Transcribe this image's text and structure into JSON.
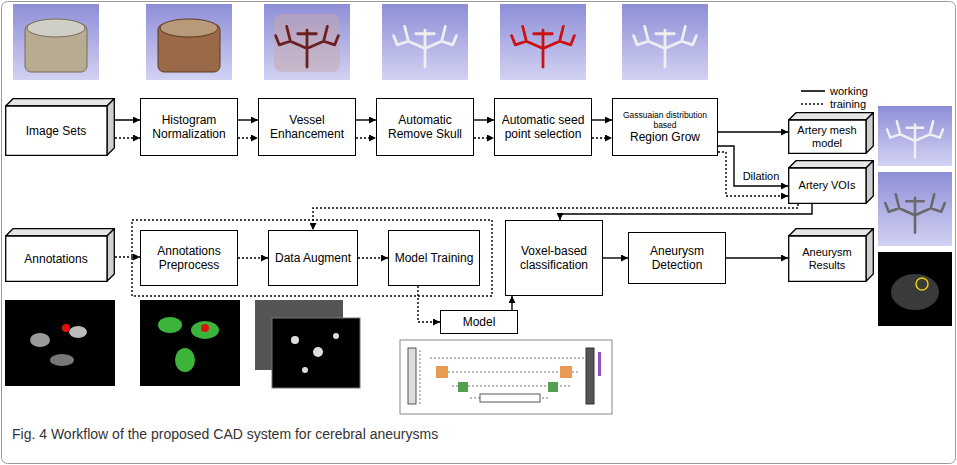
{
  "diagram": {
    "caption": "Fig. 4 Workflow of the proposed CAD system for cerebral aneurysms",
    "nodes": [
      {
        "text": [
          "Image Sets"
        ]
      },
      {
        "text": [
          "Histogram Normalization"
        ]
      },
      {
        "text": [
          "Vessel Enhancement"
        ]
      },
      {
        "text": [
          "Automatic Remove Skull"
        ]
      },
      {
        "text": [
          "Automatic seed point selection"
        ]
      },
      {
        "text": [
          "Gassuaian distribution based",
          "Region Grow"
        ]
      },
      {
        "text": [
          "Artery mesh model"
        ]
      },
      {
        "text": [
          "Artery VOIs"
        ]
      },
      {
        "text": [
          "Annotations"
        ]
      },
      {
        "text": [
          "Annotations Preprocess"
        ]
      },
      {
        "text": [
          "Data Augment"
        ]
      },
      {
        "text": [
          "Model Training"
        ]
      },
      {
        "text": [
          "Voxel-based classification"
        ]
      },
      {
        "text": [
          "Aneurysm Detection"
        ]
      },
      {
        "text": [
          "Aneurysm Results"
        ]
      },
      {
        "text": [
          "Model"
        ]
      }
    ],
    "edges": [
      {
        "from": 0,
        "to": 1,
        "arrow": "to"
      },
      {
        "from": 0,
        "to": 1,
        "arrow": "to"
      },
      {
        "from": 1,
        "to": 2,
        "arrow": "to"
      },
      {
        "from": 1,
        "to": 2,
        "arrow": "to"
      },
      {
        "from": 2,
        "to": 3,
        "arrow": "to"
      },
      {
        "from": 2,
        "to": 3,
        "arrow": "to"
      },
      {
        "from": 3,
        "to": 4,
        "arrow": "to"
      },
      {
        "from": 3,
        "to": 4,
        "arrow": "to"
      },
      {
        "from": 4,
        "to": 5,
        "arrow": "to"
      },
      {
        "from": 4,
        "to": 5,
        "arrow": "to"
      },
      {
        "from": 5,
        "to": 6,
        "arrow": "to"
      },
      {
        "from": 5,
        "to": 7,
        "label": "Dilation",
        "arrow": "to"
      },
      {
        "from": 5,
        "to": 7,
        "arrow": "to"
      },
      {
        "from": 7,
        "to": 12,
        "arrow": "to"
      },
      {
        "from": 7,
        "to": 10,
        "arrow": "to"
      },
      {
        "from": 8,
        "to": 9,
        "arrow": "to"
      },
      {
        "from": 9,
        "to": 10,
        "arrow": "to"
      },
      {
        "from": 10,
        "to": 11,
        "arrow": "to"
      },
      {
        "from": 11,
        "to": 15,
        "arrow": "to"
      },
      {
        "from": 15,
        "to": 12,
        "arrow": "to"
      },
      {
        "from": 12,
        "to": 13,
        "arrow": "to"
      },
      {
        "from": 13,
        "to": 14,
        "arrow": "to"
      }
    ],
    "legend": [
      {
        "text": "working"
      },
      {
        "text": "training"
      }
    ]
  }
}
